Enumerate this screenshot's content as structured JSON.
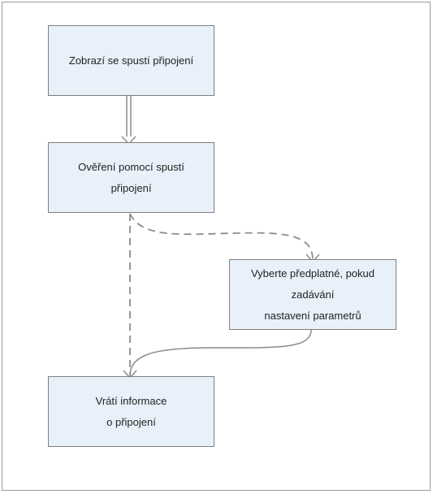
{
  "diagram": {
    "nodes": {
      "show_connection": {
        "label": "Zobrazí se spustí připojení"
      },
      "verify_connection": {
        "line1": "Ověření pomocí spustí",
        "line2": "připojení"
      },
      "select_subscription": {
        "line1": "Vyberte předplatné, pokud zadávání",
        "line2": "nastavení parametrů"
      },
      "return_info": {
        "line1": "Vrátí informace",
        "line2": "o připojení"
      }
    },
    "colors": {
      "node_fill": "#e8f1fa",
      "node_border": "#7f7f7f",
      "connector": "#8c8c8c",
      "text": "#222222"
    }
  }
}
